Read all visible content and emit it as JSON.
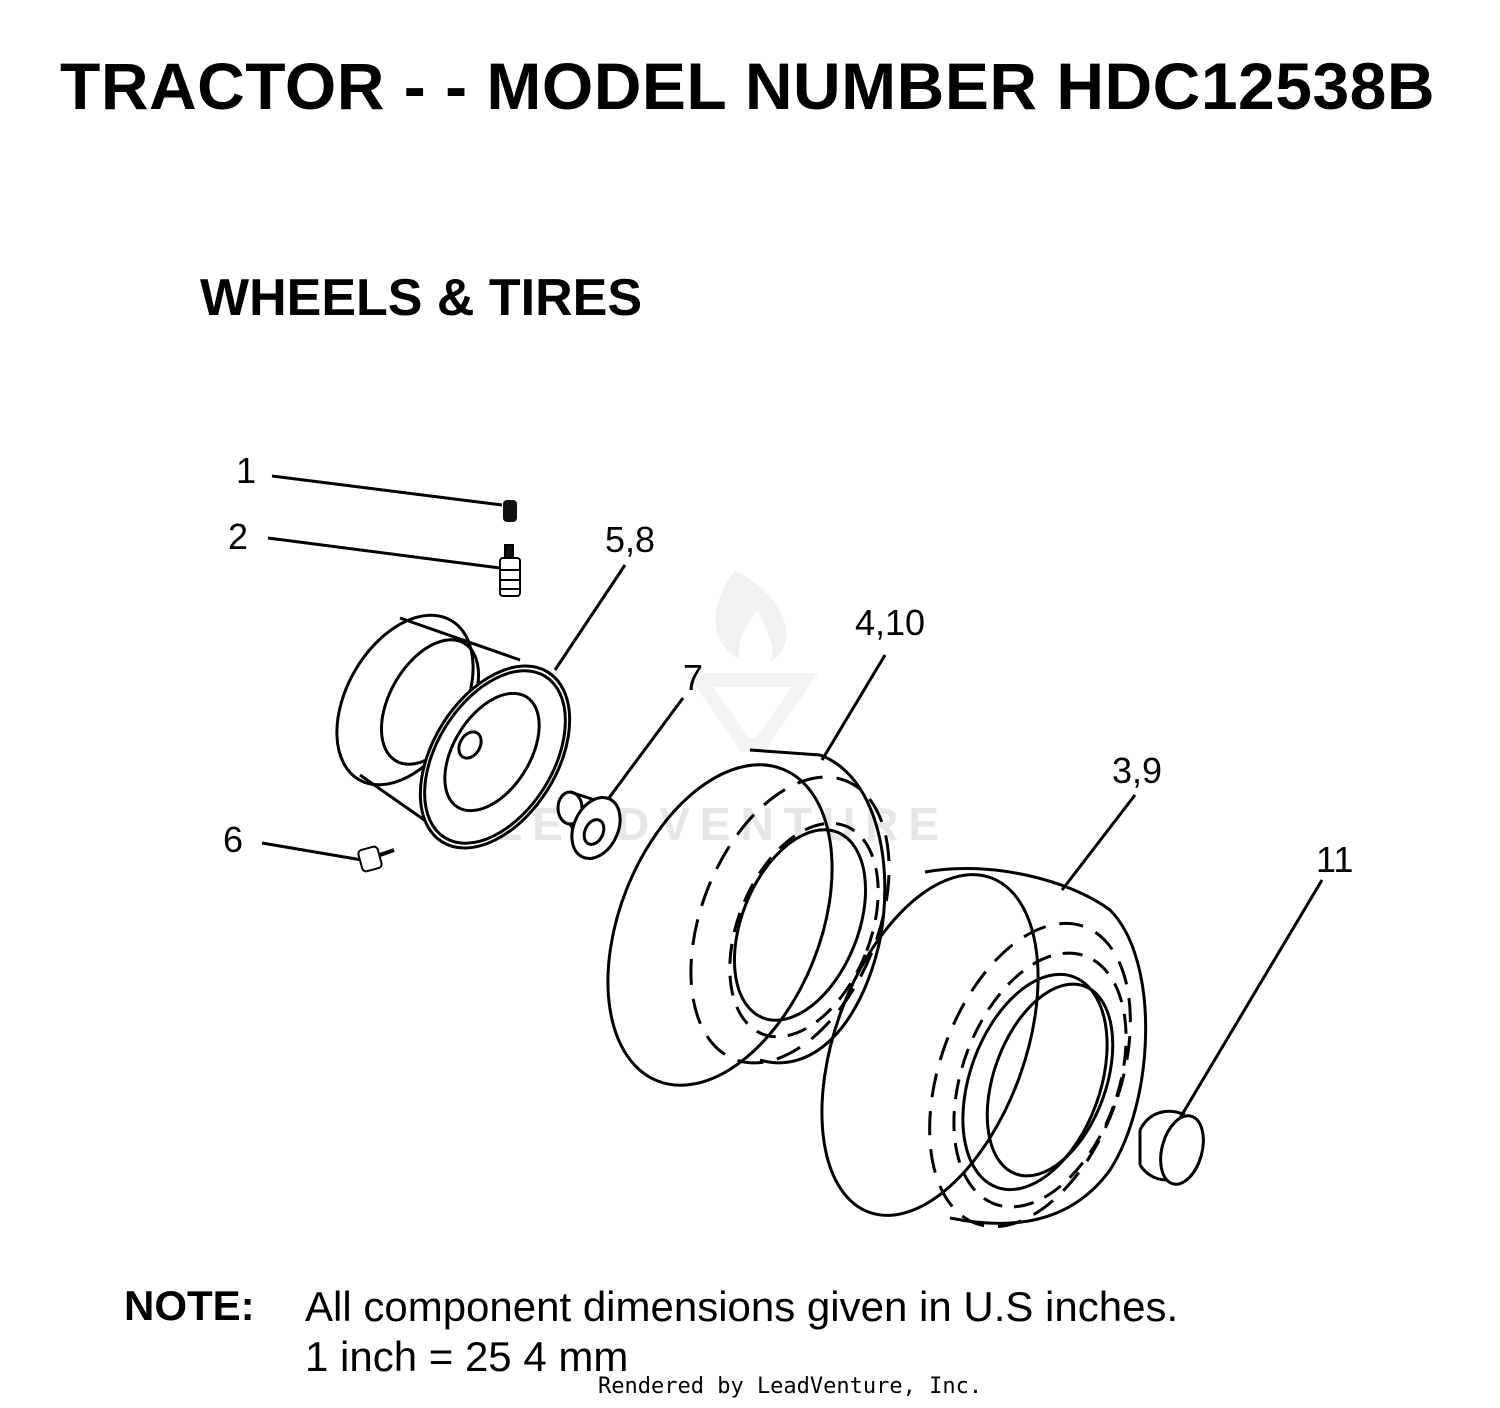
{
  "title": "TRACTOR - - MODEL NUMBER HDC12538B",
  "section": "WHEELS & TIRES",
  "callouts": {
    "c1": "1",
    "c2": "2",
    "c58": "5,8",
    "c7": "7",
    "c410": "4,10",
    "c39": "3,9",
    "c6": "6",
    "c11": "11"
  },
  "watermark": "LEADVENTURE",
  "note": {
    "label": "NOTE:",
    "line1": "All component dimensions given in U.S  inches.",
    "line2": "1 inch = 25 4 mm"
  },
  "footer": "Rendered by LeadVenture, Inc."
}
